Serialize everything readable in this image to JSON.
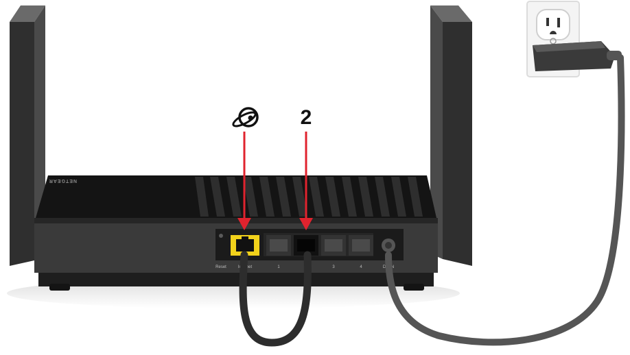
{
  "brand": {
    "logo_text": "NETGEAR"
  },
  "callouts": {
    "internet_icon": "internet-globe-icon",
    "lan_number": "2"
  },
  "ports": {
    "reset_label": "Reset",
    "internet_label": "Internet",
    "lan_labels": [
      "1",
      "2",
      "3",
      "4"
    ],
    "power_label": "DC IN"
  },
  "colors": {
    "arrow": "#e0232e",
    "internet_port": "#f2d21b",
    "router_body": "#1c1c1c",
    "cable_dark": "#2d2d2d",
    "cable_power": "#555555",
    "outlet": "#f4f4f4"
  }
}
